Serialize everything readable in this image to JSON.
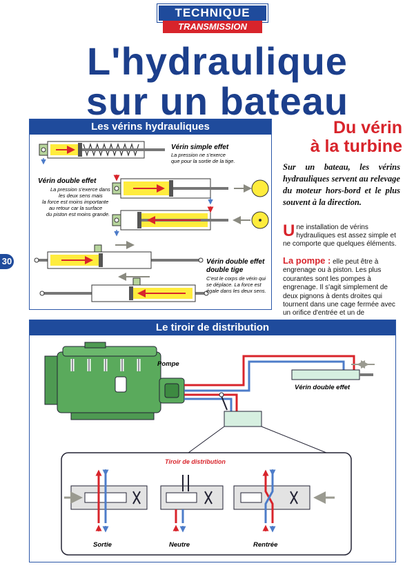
{
  "header": {
    "section": "TECHNIQUE",
    "subsection": "TRANSMISSION",
    "title_line1": "L'hydraulique",
    "title_line2": "sur un bateau",
    "page_number": "30"
  },
  "verins": {
    "heading": "Les vérins hydrauliques",
    "simple_title": "Vérin simple effet",
    "simple_desc": [
      "La pression ne s'exerce",
      "que pour la sortie de la tige."
    ],
    "double_title": "Vérin double effet",
    "double_desc": [
      "La pression s'exerce dans",
      "les deux sens mais",
      "la force est moins importante",
      "au retour car la surface",
      "du piston est moins grande."
    ],
    "double_tige_title": [
      "Vérin double effet",
      "double tige"
    ],
    "double_tige_desc": [
      "C'est le corps de vérin qui",
      "se déplace. La force est",
      "égale dans les deux sens."
    ]
  },
  "article": {
    "subtitle_line1": "Du vérin",
    "subtitle_line2": "à la turbine",
    "lead": "Sur un bateau, les vérins hydrauliques servent au relevage du moteur hors-bord et le plus souvent à la direction.",
    "intro_dropcap": "U",
    "intro_text": "ne installation de vérins hydrauliques est assez simple et ne comporte que quelques éléments.",
    "pompe_label": "La pompe :",
    "pompe_text": "elle peut être à engrenage ou à piston. Les plus courantes sont les pompes à engrenage. Il s'agit simplement de deux pignons à dents droites qui tournent dans une cage fermée avec un orifice d'entrée et un de"
  },
  "tiroir": {
    "heading": "Le tiroir de distribution",
    "pompe": "Pompe",
    "verin": "Vérin double effet",
    "tiroir_label": "Tiroir de distribution",
    "positions": [
      "Sortie",
      "Neutre",
      "Rentrée"
    ]
  },
  "colors": {
    "blue": "#1f4b9c",
    "red": "#d8242b",
    "yellow": "#ffec3d",
    "green": "#58a85a"
  }
}
